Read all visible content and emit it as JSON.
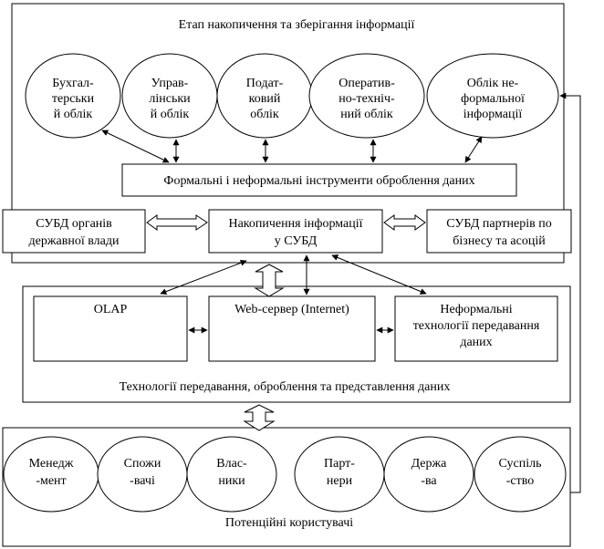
{
  "stage_title": "Етап накопичення та зберігання інформації",
  "top_ellipses": [
    [
      "Бухгал-",
      "терськи",
      "й облік"
    ],
    [
      "Управ-",
      "лінськи",
      "й облік"
    ],
    [
      "Подат-",
      "ковий",
      "облік"
    ],
    [
      "Оператив-",
      "но-техніч-",
      "ний облік"
    ],
    [
      "Облік не-",
      "формальної",
      "інформації"
    ]
  ],
  "tools_box": "Формальні і неформальні інструменти оброблення даних",
  "gov_dbms": [
    "СУБД органів",
    "державної влади"
  ],
  "accum_dbms": [
    "Накопичення інформації",
    "у СУБД"
  ],
  "partner_dbms": [
    "СУБД партнерів по",
    "бізнесу та асоцій"
  ],
  "olap": "OLAP",
  "web_server": "Web-сервер (Internet)",
  "informal_tech": [
    "Неформальні",
    "технології передавання",
    "даних"
  ],
  "tech_title": "Технології передавання, оброблення та представлення даних",
  "users": [
    [
      "Менедж",
      "-мент"
    ],
    [
      "Спожи",
      "-вачі"
    ],
    [
      "Влас-",
      "ники"
    ],
    [
      "Парт-",
      "нери"
    ],
    [
      "Держа",
      "-ва"
    ],
    [
      "Суспіль",
      "-ство"
    ]
  ],
  "users_title": "Потенційні користувачі"
}
